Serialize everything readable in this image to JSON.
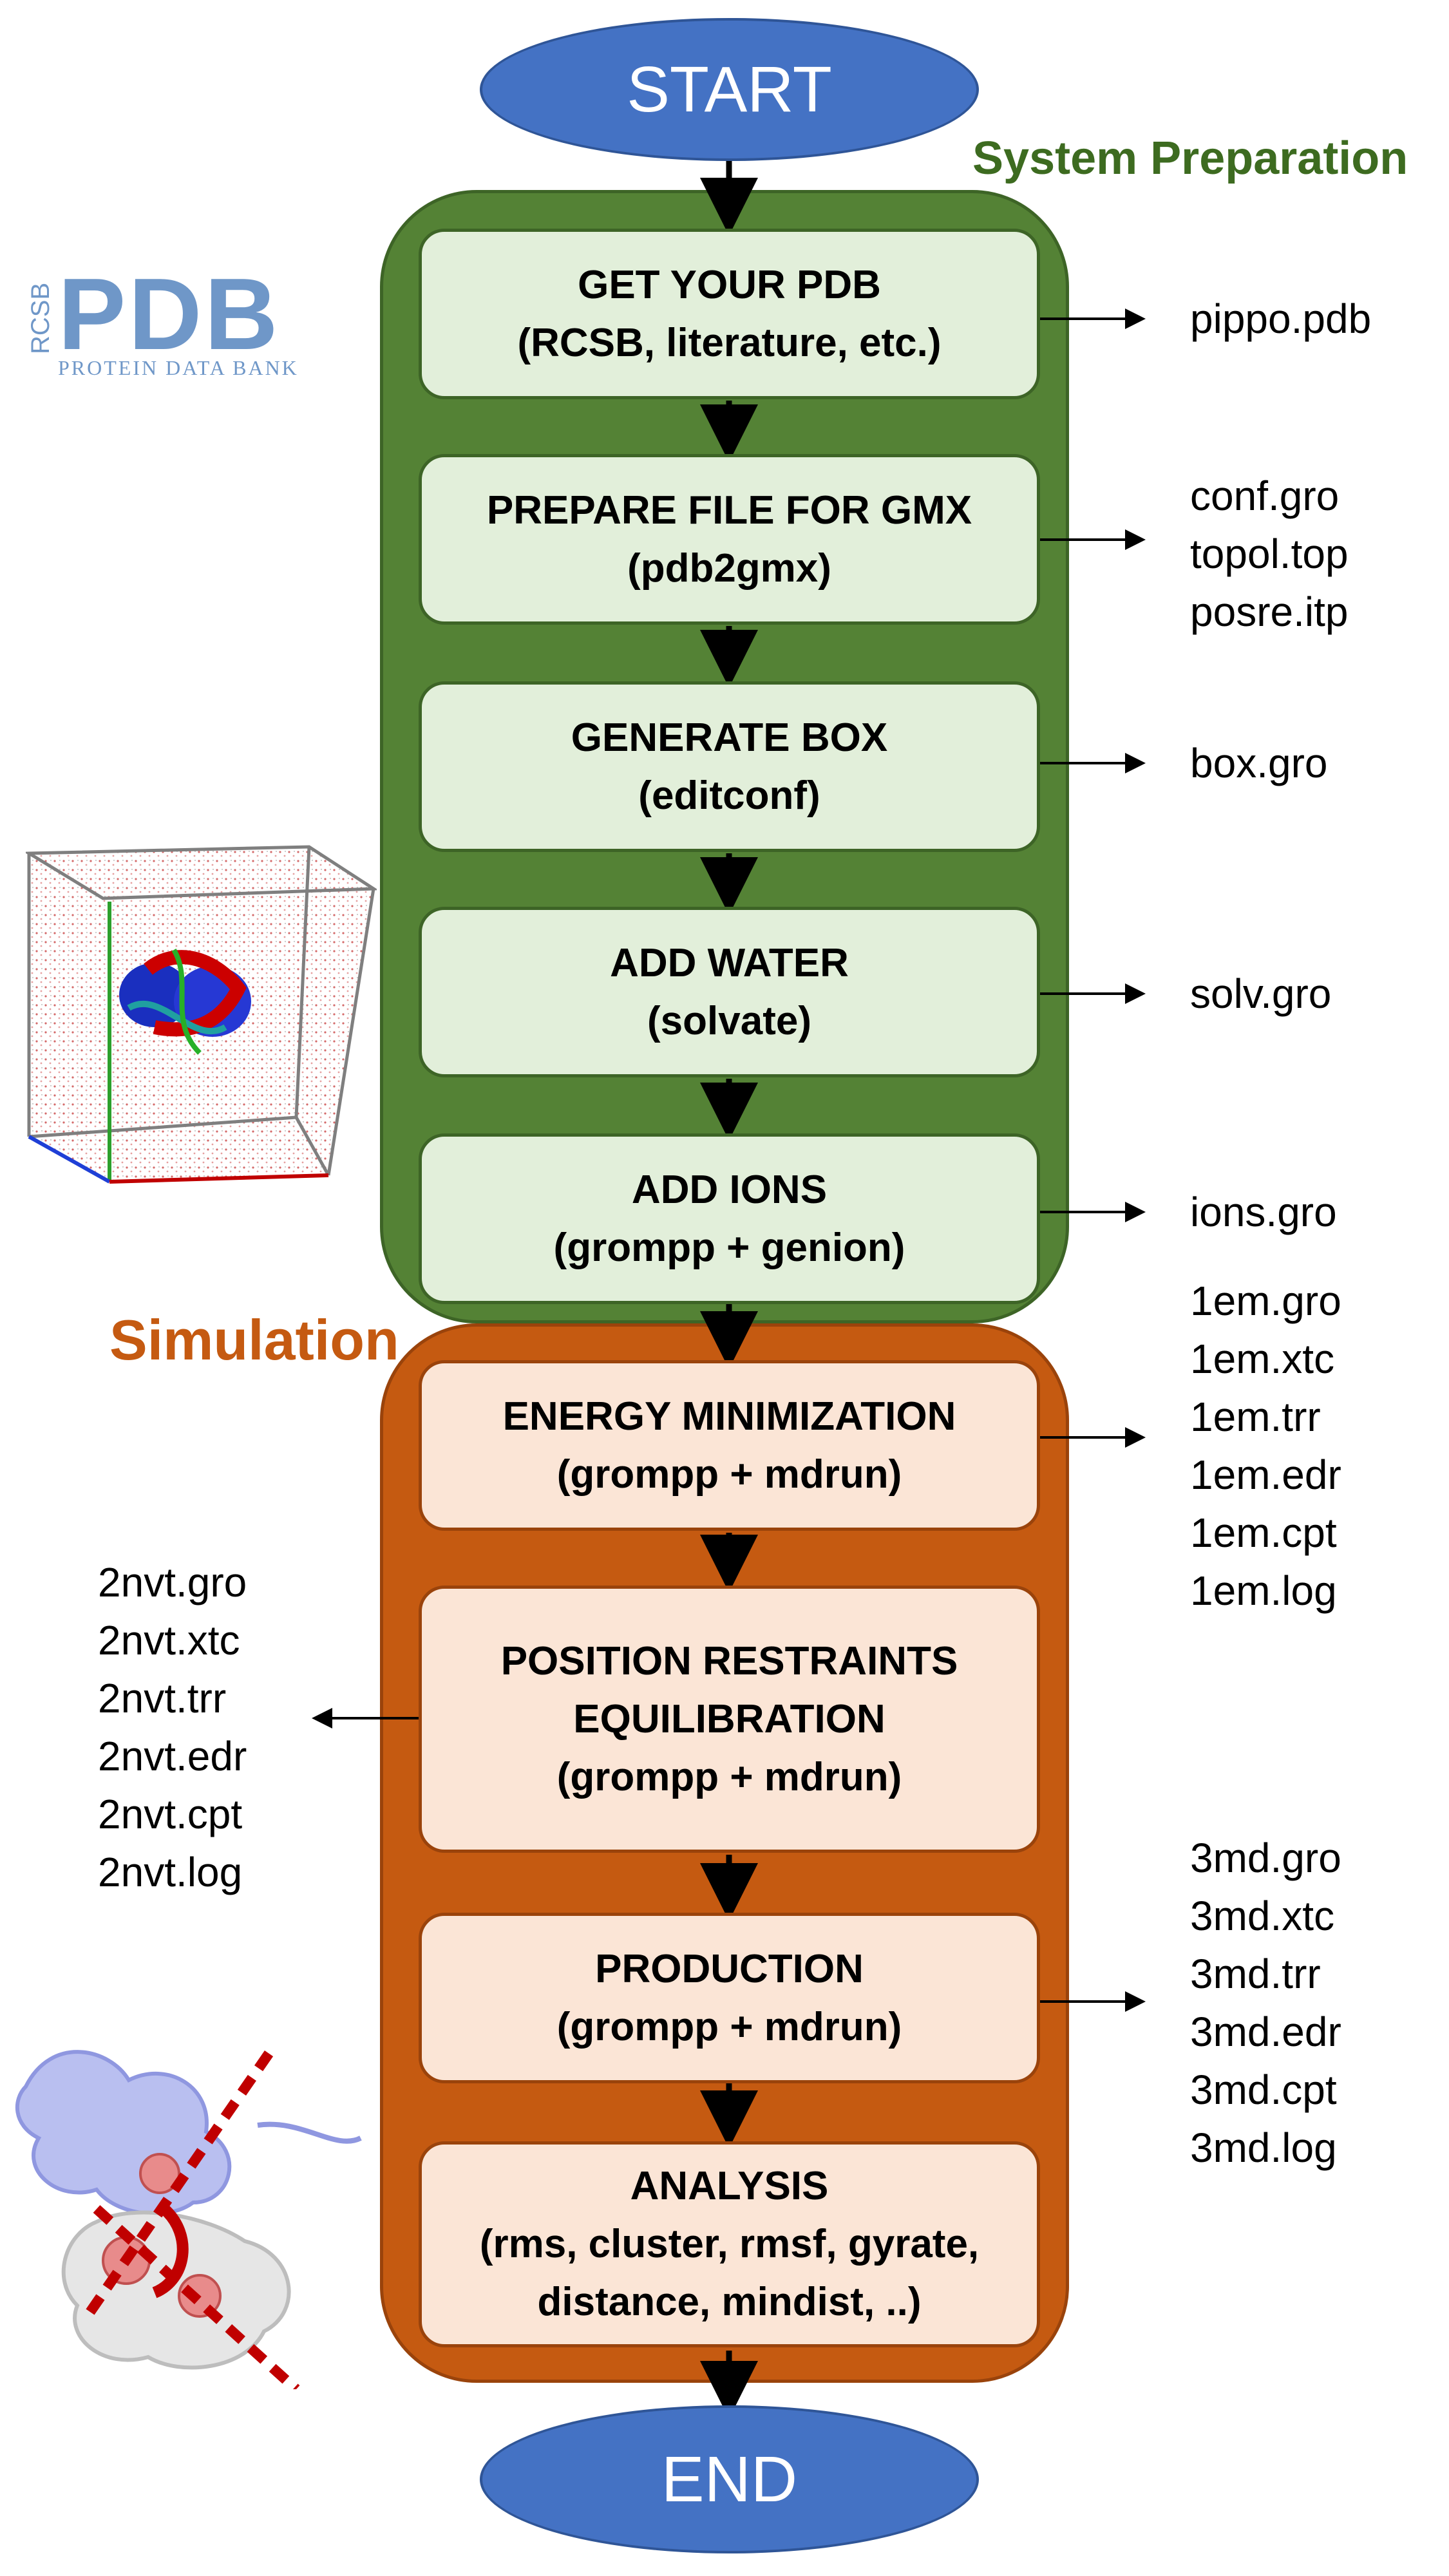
{
  "terminals": {
    "start": "START",
    "end": "END"
  },
  "phases": [
    {
      "title": "System Preparation",
      "color": "#548235",
      "title_color": "#3d6b20"
    },
    {
      "title": "Simulation",
      "color": "#c55a11",
      "title_color": "#c55a11"
    }
  ],
  "steps": [
    {
      "title": "GET YOUR PDB",
      "tool": "(RCSB, literature, etc.)"
    },
    {
      "title": "PREPARE FILE FOR GMX",
      "tool": "(pdb2gmx)"
    },
    {
      "title": "GENERATE BOX",
      "tool": "(editconf)"
    },
    {
      "title": "ADD WATER",
      "tool": "(solvate)"
    },
    {
      "title": "ADD IONS",
      "tool": "(grompp + genion)"
    },
    {
      "title": "ENERGY MINIMIZATION",
      "tool": "(grompp + mdrun)"
    },
    {
      "title": "POSITION RESTRAINTS",
      "title2": "EQUILIBRATION",
      "tool": "(grompp + mdrun)"
    },
    {
      "title": "PRODUCTION",
      "tool": "(grompp + mdrun)"
    },
    {
      "title": "ANALYSIS",
      "tool": "(rms, cluster, rmsf, gyrate,",
      "tool2": "distance, mindist, ..)"
    }
  ],
  "outputs": {
    "get_pdb": [
      "pippo.pdb"
    ],
    "pdb2gmx": [
      "conf.gro",
      "topol.top",
      "posre.itp"
    ],
    "editconf": [
      "box.gro"
    ],
    "solvate": [
      "solv.gro"
    ],
    "genion": [
      "ions.gro"
    ],
    "em": [
      "1em.gro",
      "1em.xtc",
      "1em.trr",
      "1em.edr",
      "1em.cpt",
      "1em.log"
    ],
    "nvt": [
      "2nvt.gro",
      "2nvt.xtc",
      "2nvt.trr",
      "2nvt.edr",
      "2nvt.cpt",
      "2nvt.log"
    ],
    "md": [
      "3md.gro",
      "3md.xtc",
      "3md.trr",
      "3md.edr",
      "3md.cpt",
      "3md.log"
    ]
  },
  "logo": {
    "prefix": "RCSB",
    "name": "PDB",
    "subtitle": "PROTEIN DATA BANK"
  }
}
